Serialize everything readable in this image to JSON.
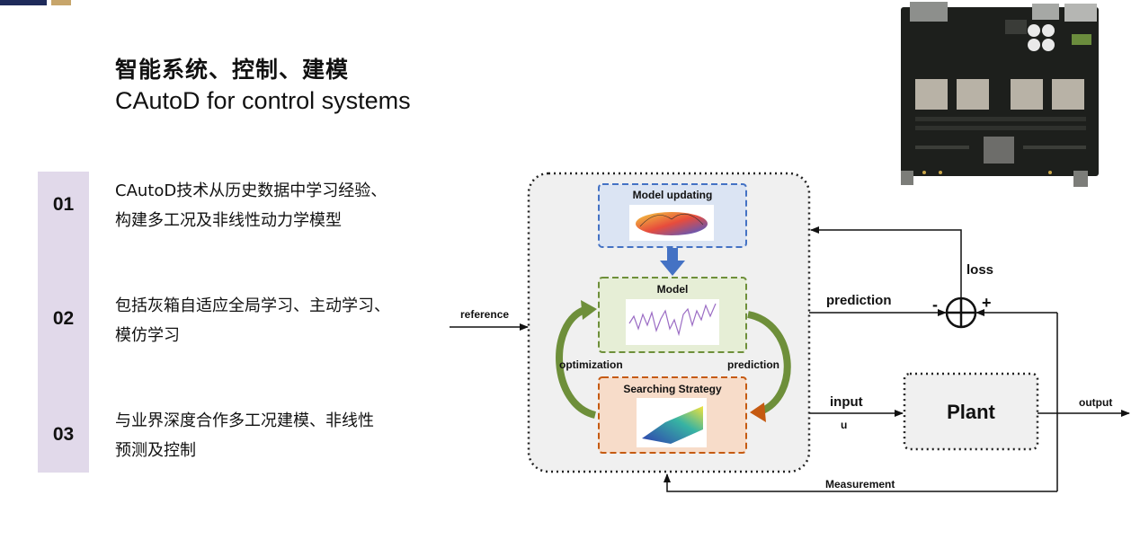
{
  "header": {
    "title_cn": "智能系统、控制、建模",
    "title_en": "CAutoD for control systems"
  },
  "items": [
    {
      "num": "01",
      "line1": "CAutoD技术从历史数据中学习经验、",
      "line2": "构建多工况及非线性动力学模型"
    },
    {
      "num": "02",
      "line1": "包括灰箱自适应全局学习、主动学习、",
      "line2": "模仿学习"
    },
    {
      "num": "03",
      "line1": "与业界深度合作多工况建模、非线性",
      "line2": "预测及控制"
    }
  ],
  "diagram": {
    "model_updating": "Model updating",
    "model": "Model",
    "searching_strategy": "Searching Strategy",
    "reference": "reference",
    "optimization": "optimization",
    "prediction_inner": "prediction",
    "prediction_outer": "prediction",
    "loss": "loss",
    "minus": "-",
    "plus": "+",
    "input": "input",
    "u": "u",
    "plant": "Plant",
    "output": "output",
    "measurement": "Measurement"
  },
  "colors": {
    "navy_accent": "#1e2a5a",
    "gold_accent": "#c7a56b",
    "number_bar": "#e1d9ea",
    "updating_box": "#dbe4f3",
    "model_box": "#e6eed6",
    "strategy_box": "#f7dcc9",
    "arrow_blue": "#4472c4",
    "arrow_green": "#6e8f3a",
    "arrow_orange": "#c55a11"
  }
}
